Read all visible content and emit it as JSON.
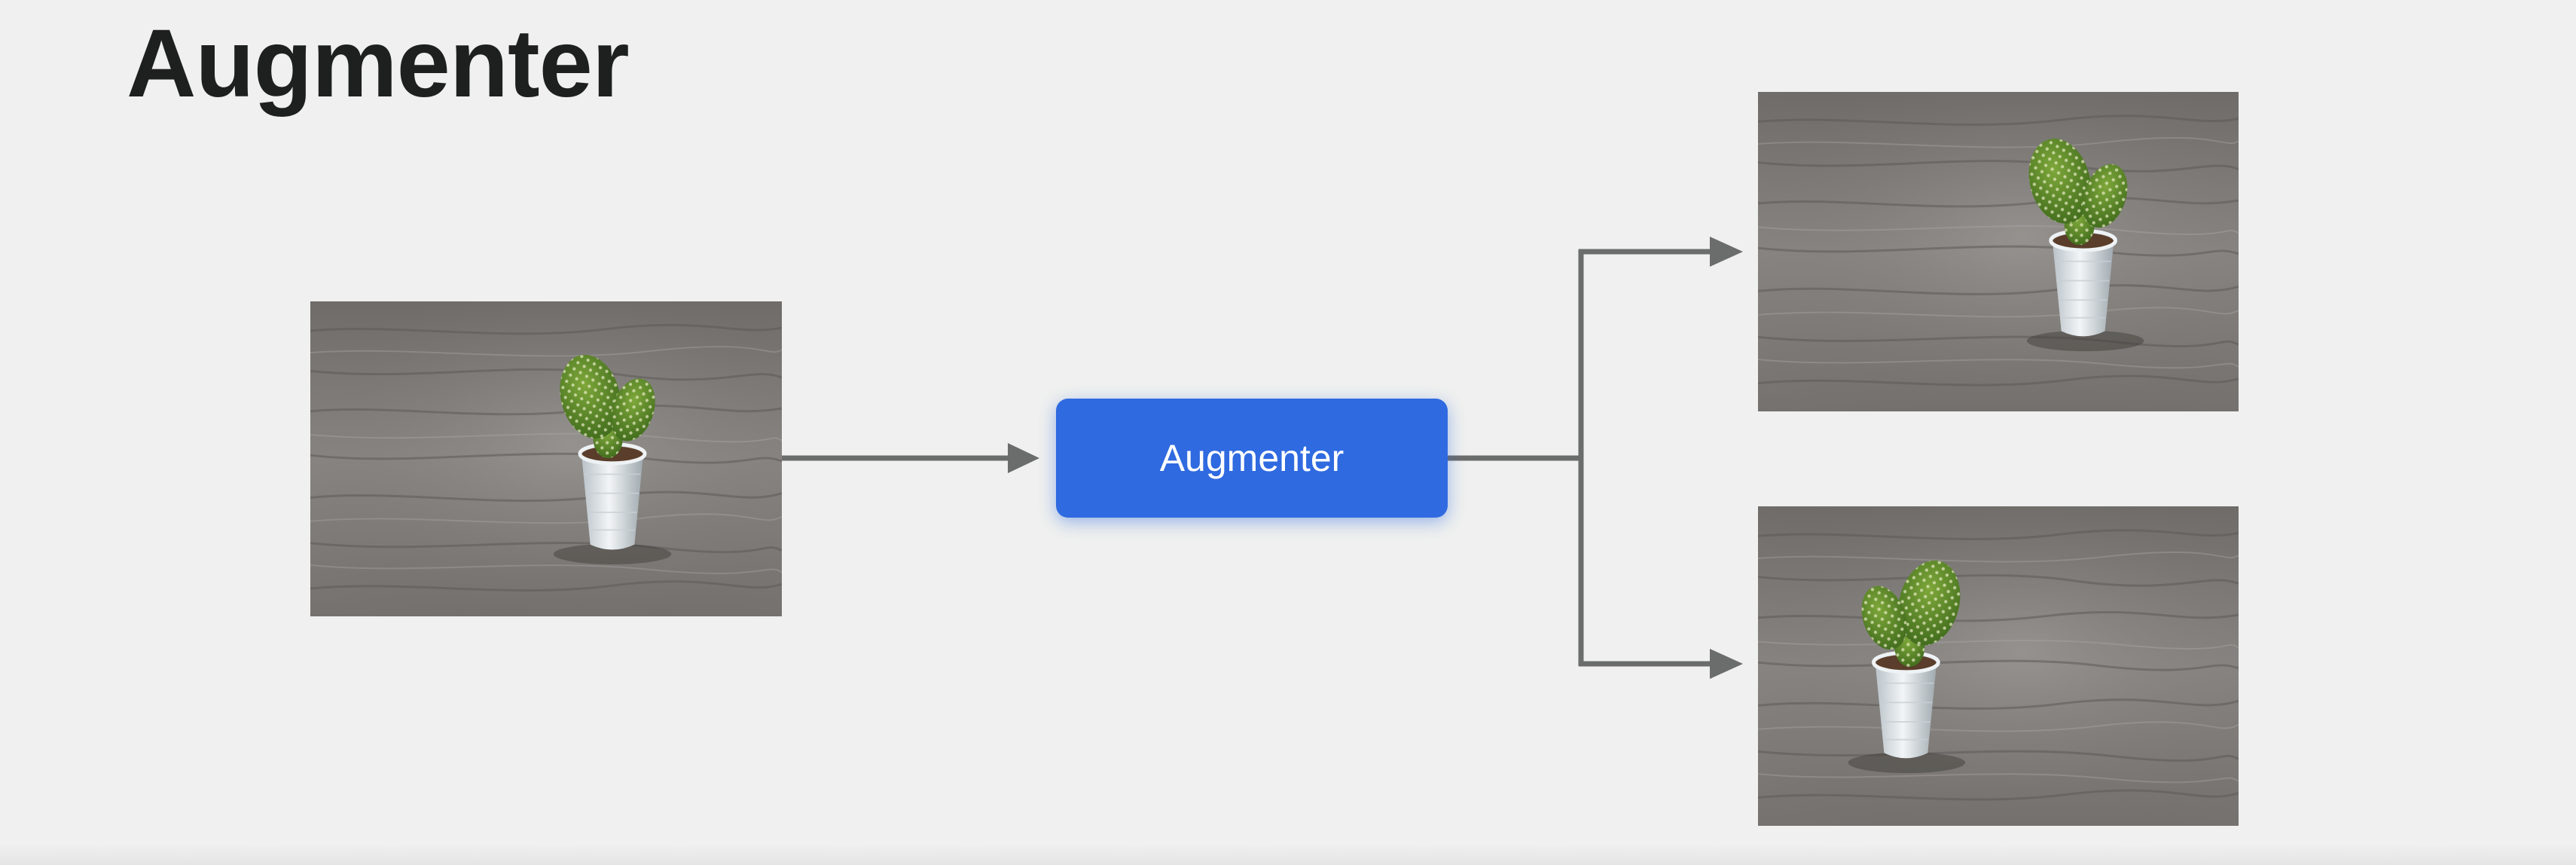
{
  "title": "Augmenter",
  "process": {
    "label": "Augmenter",
    "color": "#2f6ae0"
  },
  "images": [
    {
      "role": "input",
      "subject": "potted cactus on wooden floor"
    },
    {
      "role": "output",
      "subject": "potted cactus on wooden floor"
    },
    {
      "role": "output",
      "subject": "potted cactus on wooden floor"
    }
  ],
  "connector_color": "#6b6c6c",
  "background_color": "#eff0ef"
}
